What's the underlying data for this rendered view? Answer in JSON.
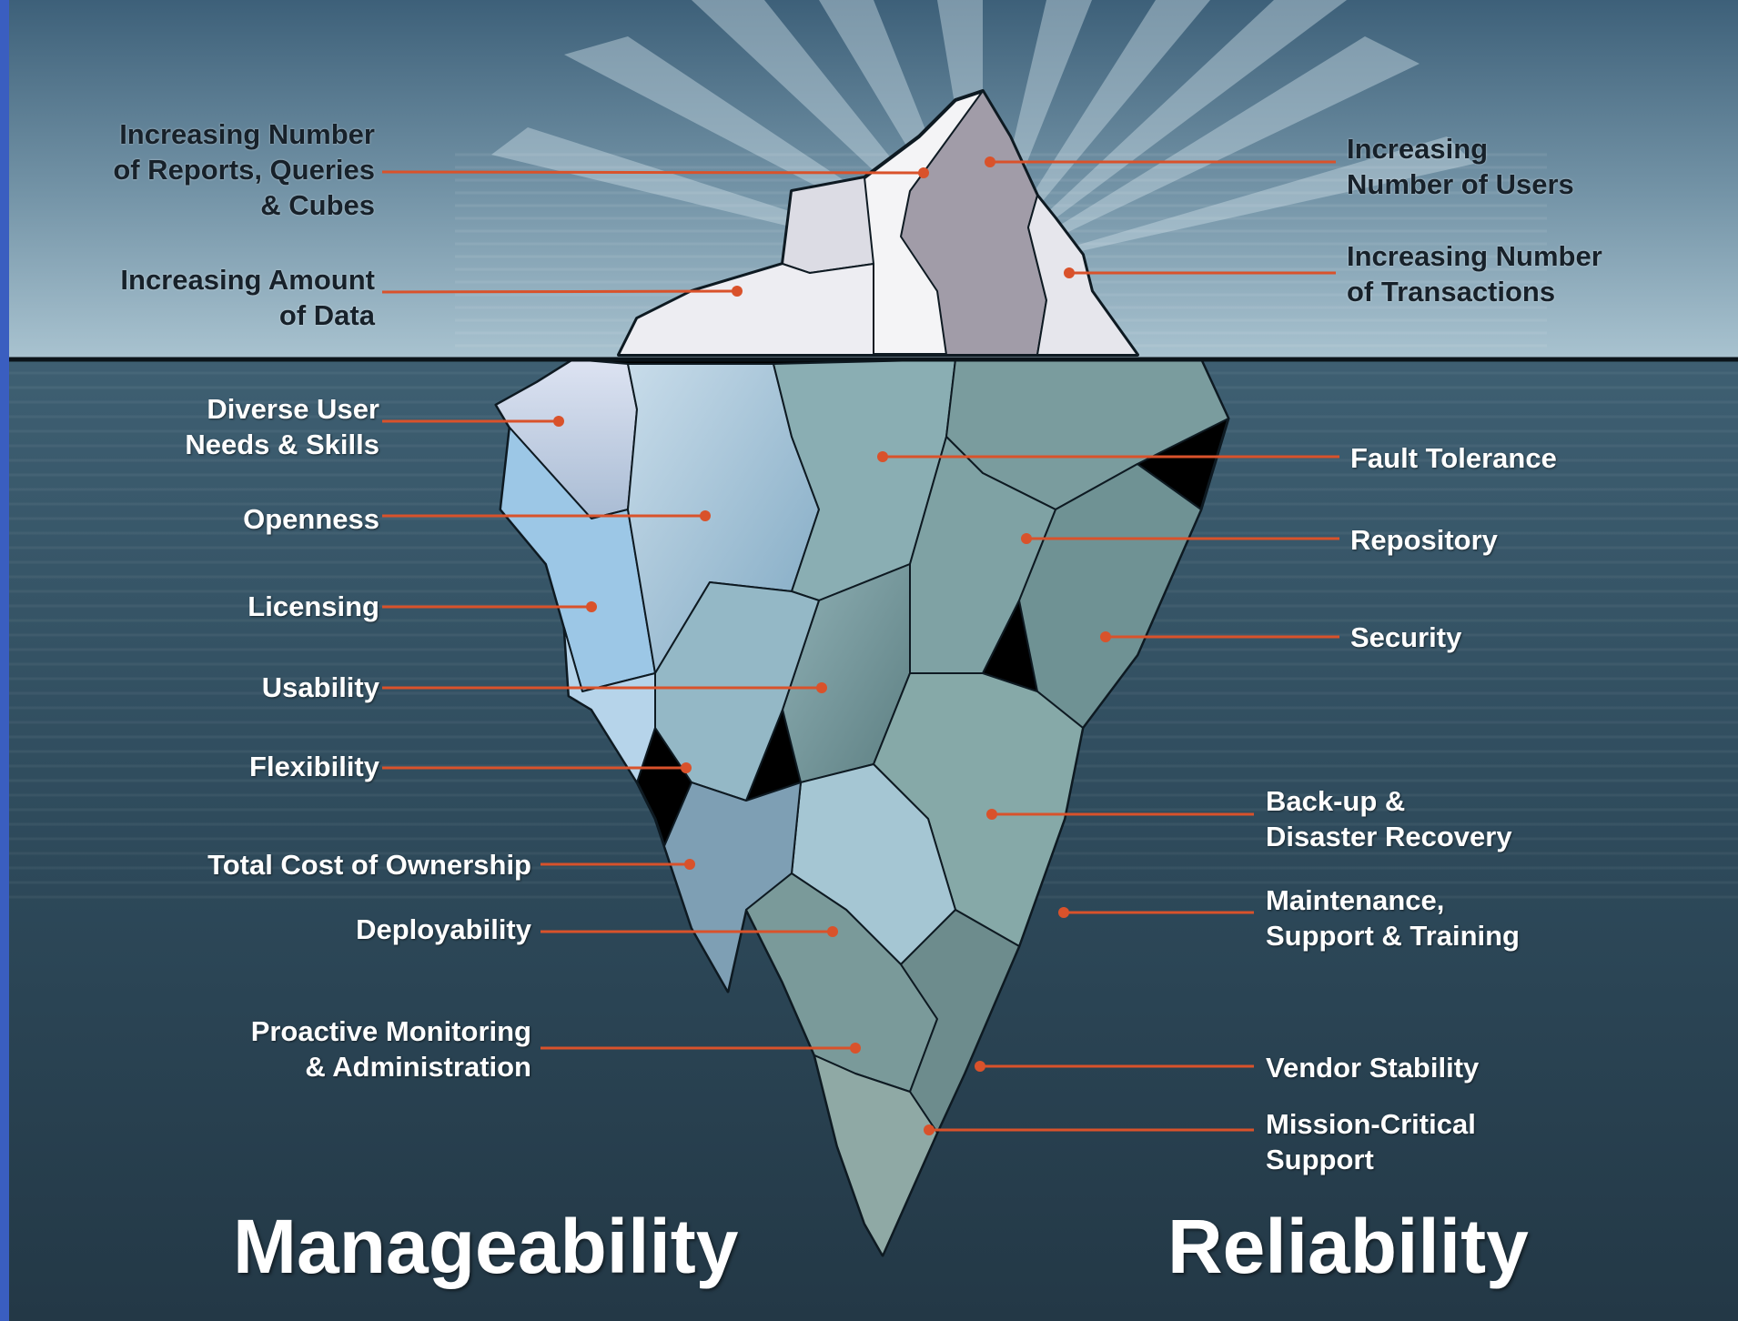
{
  "colors": {
    "sky_top": "#3d6079",
    "sky_bottom": "#a9c3d0",
    "water": "#2a4050",
    "leader": "#d9522b",
    "ice_light": "#f4f4f6",
    "ice_shadow": "#9e9aa5"
  },
  "above_water": {
    "left": [
      {
        "lines": [
          "Increasing Number",
          "of Reports, Queries",
          "& Cubes"
        ]
      },
      {
        "lines": [
          "Increasing Amount",
          "of Data"
        ]
      }
    ],
    "right": [
      {
        "lines": [
          "Increasing",
          "Number of Users"
        ]
      },
      {
        "lines": [
          "Increasing Number",
          "of Transactions"
        ]
      }
    ]
  },
  "below_water": {
    "left": [
      {
        "lines": [
          "Diverse User",
          "Needs & Skills"
        ]
      },
      {
        "lines": [
          "Openness"
        ]
      },
      {
        "lines": [
          "Licensing"
        ]
      },
      {
        "lines": [
          "Usability"
        ]
      },
      {
        "lines": [
          "Flexibility"
        ]
      },
      {
        "lines": [
          "Total Cost of Ownership"
        ]
      },
      {
        "lines": [
          "Deployability"
        ]
      },
      {
        "lines": [
          "Proactive Monitoring",
          "& Administration"
        ]
      }
    ],
    "right": [
      {
        "lines": [
          "Fault Tolerance"
        ]
      },
      {
        "lines": [
          "Repository"
        ]
      },
      {
        "lines": [
          "Security"
        ]
      },
      {
        "lines": [
          "Back-up &",
          "Disaster Recovery"
        ]
      },
      {
        "lines": [
          "Maintenance,",
          "Support & Training"
        ]
      },
      {
        "lines": [
          "Vendor Stability"
        ]
      },
      {
        "lines": [
          "Mission-Critical",
          "Support"
        ]
      }
    ]
  },
  "footer": {
    "left_word": "Manageability",
    "right_word": "Reliability"
  }
}
